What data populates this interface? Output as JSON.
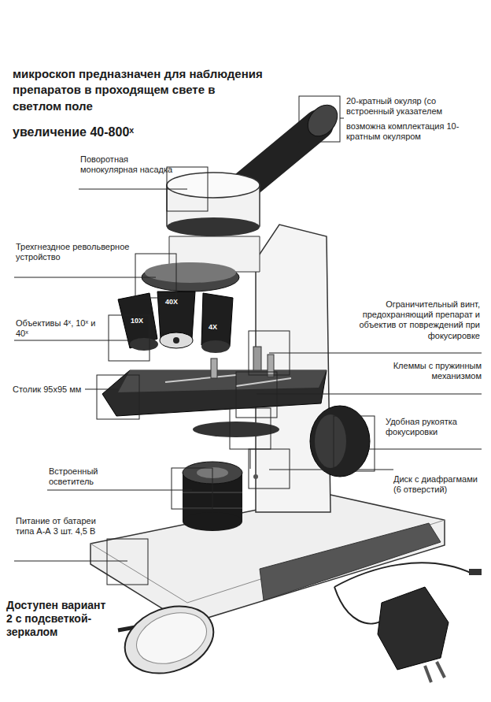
{
  "diagram": {
    "title": "микроскоп предназначен для наблюдения препаратов в проходящем свете в светлом поле",
    "labels": [
      "увеличение 40-800ˣ",
      "20-кратный окуляр (со встроенный указателем",
      "возможна комплектация 10-кратным окуляром",
      "Поворотная монокулярная насадка",
      "Трехгнездное револьверное устройство",
      "Объективы 4ˣ, 10ˣ и 40ˣ",
      "Ограничительный винт, предохраняющий препарат и объектив от повреждений при фокусировке",
      "Клеммы с пружинным механизмом",
      "Столик 95x95 мм",
      "Удобная рукоятка фокусировки",
      "Встроенный осветитель",
      "Диск с диафрагмами (6 отверстий)",
      "Питание от батареи типа А-А 3 шт. 4,5 В",
      "Доступен вариант 2 с подсветкой-зеркалом",
      "40X",
      "10X",
      "4X"
    ]
  }
}
